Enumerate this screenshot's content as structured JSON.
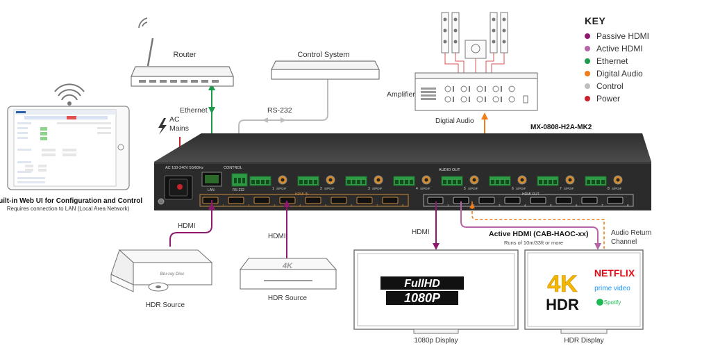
{
  "key": {
    "title": "KEY",
    "items": [
      {
        "label": "Passive HDMI",
        "color": "#8e1a70"
      },
      {
        "label": "Active HDMI",
        "color": "#b565a7"
      },
      {
        "label": "Ethernet",
        "color": "#1a9a4a"
      },
      {
        "label": "Digital Audio",
        "color": "#ef7d1a"
      },
      {
        "label": "Control",
        "color": "#bdbdbd"
      },
      {
        "label": "Power",
        "color": "#c8232c"
      }
    ]
  },
  "labels": {
    "router": "Router",
    "control_system": "Control System",
    "amplifier": "Amplifier",
    "digital_audio": "Digtial Audio",
    "ethernet": "Ethernet",
    "rs232": "RS-232",
    "ac_mains_line1": "AC",
    "ac_mains_line2": "Mains",
    "model": "MX-0808-H2A-MK2",
    "hdmi_1": "HDMI",
    "hdmi_2": "HDMI",
    "hdmi_3": "HDMI",
    "hdr_source_1": "HDR Source",
    "hdr_source_2": "HDR Source",
    "display_1080p": "1080p Display",
    "display_hdr": "HDR Display",
    "active_hdmi": "Active HDMI (CAB-HAOC-xx)",
    "active_hdmi_note": "Runs of 10m/33ft or more",
    "audio_return_line1": "Audio Return",
    "audio_return_line2": "Channel",
    "web_ui_title": "Built-in Web UI for Configuration and Control",
    "web_ui_sub": "Requires connection to LAN (Local Area Network)"
  },
  "device": {
    "lan": "LAN",
    "rs232": "RS-232",
    "control": "CONTROL",
    "power_rating": "AC 100-240V 50/60Hz",
    "audio_out": "AUDIO OUT",
    "hdmi_in": "HDMI IN",
    "hdmi_out": "HDMI OUT",
    "port_numbers": [
      "1",
      "2",
      "3",
      "4",
      "5",
      "6",
      "7",
      "8"
    ],
    "spdif": "S/PDIF"
  },
  "screens": {
    "fullhd_top": "FullHD",
    "fullhd_bottom": "1080P",
    "hdr_4k": "4K",
    "hdr_text": "HDR",
    "netflix": "NETFLIX",
    "prime": "prime video",
    "spotify": "Spotify",
    "bluray": "Blu-ray Disc",
    "source_4k": "4K"
  }
}
